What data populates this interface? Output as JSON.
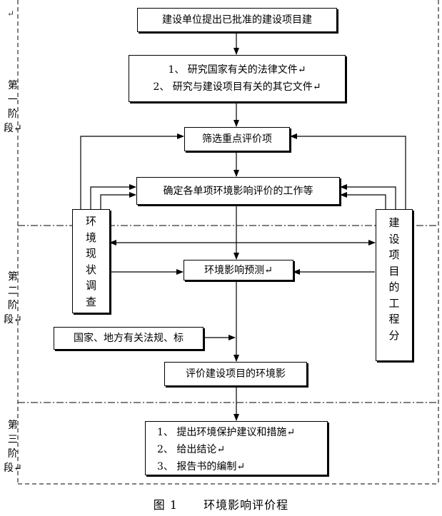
{
  "figure": {
    "caption_number": "图 1",
    "caption_title": "环境影响评价程"
  },
  "stages": {
    "stage1": [
      "第",
      "一",
      "阶",
      "段↵"
    ],
    "stage2": [
      "第",
      "二",
      "阶",
      "段↵"
    ],
    "stage3": [
      "第",
      "三",
      "阶",
      "段↵"
    ],
    "corner_mark": "↵"
  },
  "boxes": {
    "project_catalog": "建设单位提出已批准的建设项目建",
    "research_line1": "1、 研究国家有关的法律文件↵",
    "research_line2": "2、 研究与建设项目有关的其它文件↵",
    "screen_items": "筛选重点评价项",
    "determine_workload": "确定各单项环境影响评价的工作等",
    "env_survey": [
      "环",
      "境",
      "现",
      "状",
      "调",
      "查"
    ],
    "project_analysis": [
      "建",
      "设",
      "项",
      "目",
      "的",
      "工",
      "程",
      "分"
    ],
    "impact_prediction": "环境影响预测↵",
    "regulations": "国家、地方有关法规、标",
    "evaluate_impact": "评价建设项目的环境影",
    "conclusion_line1": "1、 提出环境保护建议和措施↵",
    "conclusion_line2": "2、 给出结论↵",
    "conclusion_line3": "3、 报告书的编制↵"
  }
}
